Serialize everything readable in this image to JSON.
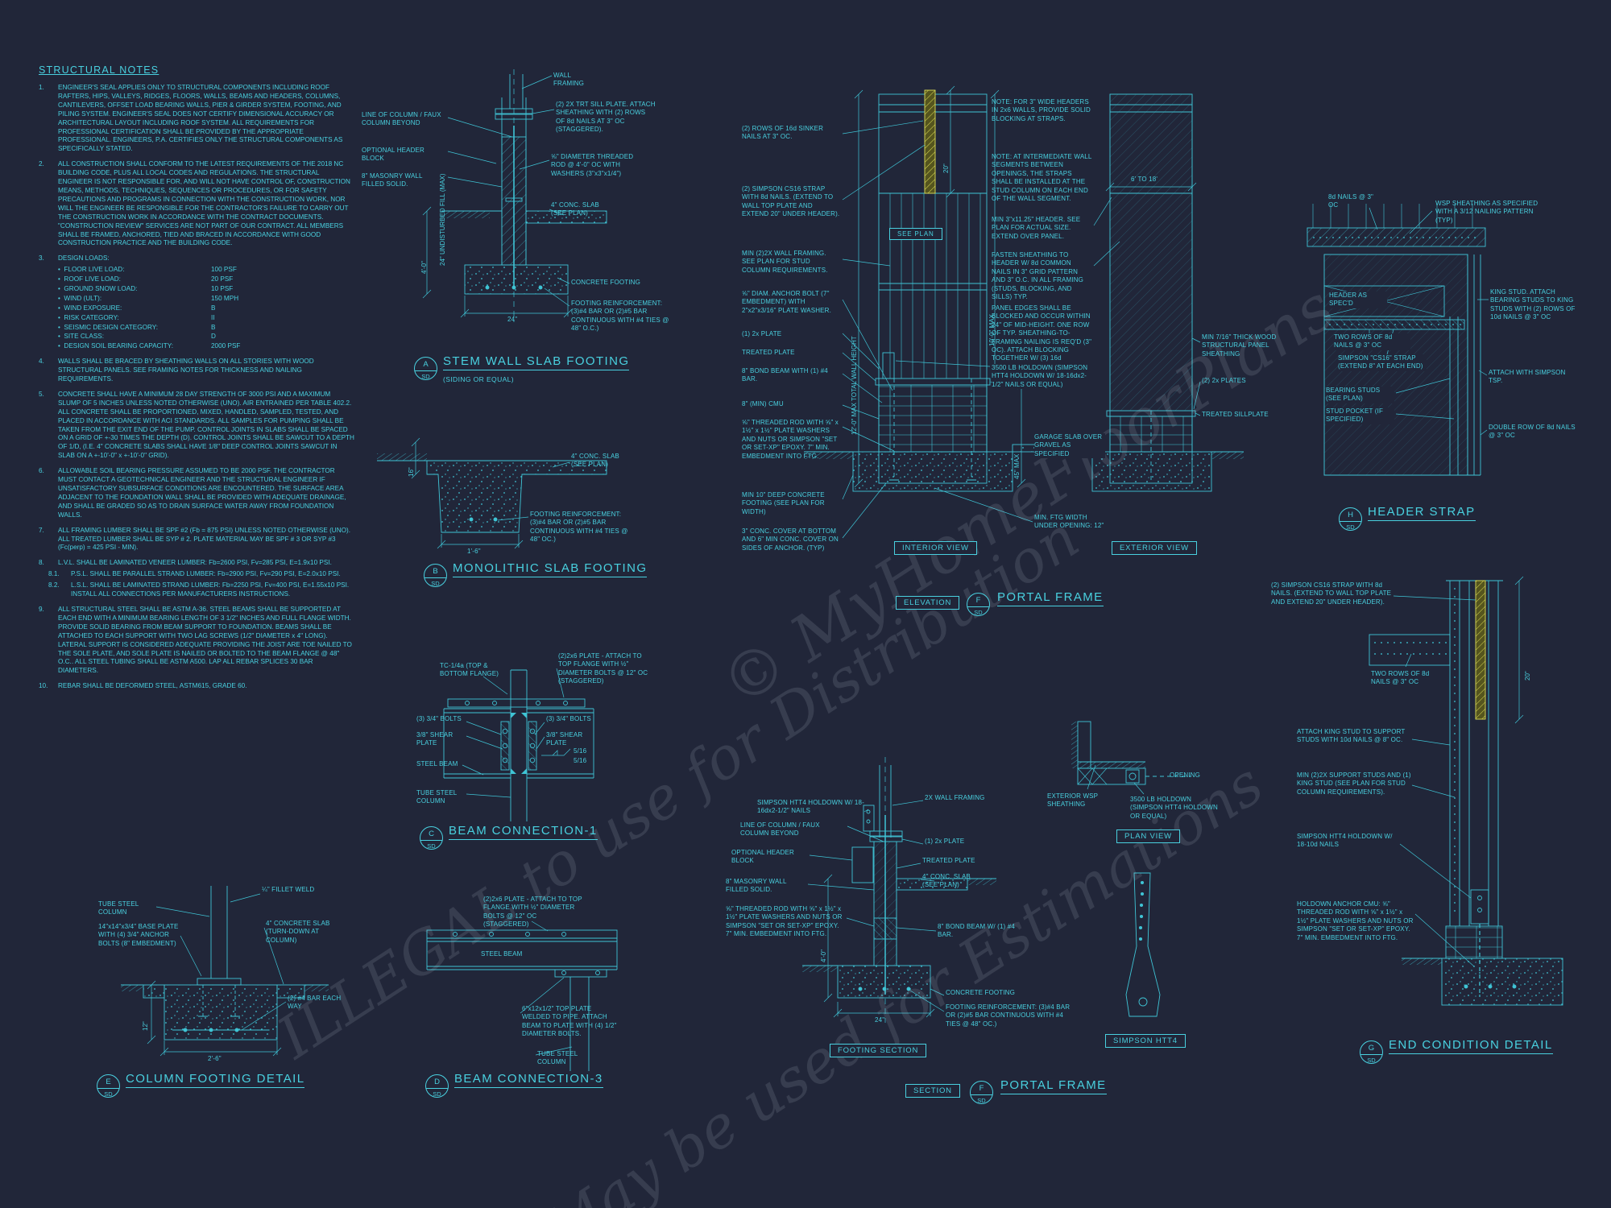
{
  "watermark": {
    "line1": "© MyHomeFloorPlans",
    "line2": "ILLEGAL to use for Distribution",
    "line3": "May be used for Estimations"
  },
  "notes": {
    "title": "STRUCTURAL NOTES",
    "items": [
      {
        "num": "1.",
        "text": "ENGINEER'S SEAL APPLIES ONLY TO STRUCTURAL COMPONENTS INCLUDING ROOF RAFTERS, HIPS, VALLEYS, RIDGES, FLOORS, WALLS, BEAMS AND HEADERS, COLUMNS, CANTILEVERS, OFFSET LOAD BEARING WALLS, PIER & GIRDER SYSTEM, FOOTING, AND PILING SYSTEM.  ENGINEER'S SEAL DOES NOT CERTIFY DIMENSIONAL ACCURACY OR ARCHITECTURAL LAYOUT INCLUDING ROOF SYSTEM. ALL REQUIREMENTS FOR PROFESSIONAL CERTIFICATION SHALL BE PROVIDED BY THE APPROPRIATE PROFESSIONAL.  ENGINEERS, P.A. CERTIFIES ONLY THE STRUCTURAL COMPONENTS AS SPECIFICALLY STATED."
      },
      {
        "num": "2.",
        "text": "ALL CONSTRUCTION SHALL CONFORM TO THE LATEST REQUIREMENTS OF THE 2018 NC BUILDING CODE, PLUS ALL LOCAL CODES AND REGULATIONS. THE STRUCTURAL ENGINEER IS NOT RESPONSIBLE FOR, AND WILL NOT HAVE CONTROL OF, CONSTRUCTION MEANS, METHODS, TECHNIQUES, SEQUENCES OR PROCEDURES, OR FOR SAFETY PRECAUTIONS AND PROGRAMS IN CONNECTION WITH THE CONSTRUCTION WORK, NOR WILL THE ENGINEER BE RESPONSIBLE FOR THE CONTRACTOR'S FAILURE TO CARRY OUT THE CONSTRUCTION WORK IN ACCORDANCE WITH THE CONTRACT DOCUMENTS. \"CONSTRUCTION REVIEW\" SERVICES ARE NOT PART OF OUR CONTRACT. ALL MEMBERS SHALL BE FRAMED, ANCHORED, TIED AND BRACED IN ACCORDANCE WITH GOOD CONSTRUCTION PRACTICE AND THE BUILDING CODE."
      },
      {
        "num": "3.",
        "text": "DESIGN LOADS:"
      },
      {
        "num": "4.",
        "text": "WALLS SHALL BE BRACED BY SHEATHING WALLS ON ALL STORIES WITH WOOD STRUCTURAL PANELS. SEE FRAMING NOTES FOR THICKNESS AND NAILING REQUIREMENTS."
      },
      {
        "num": "5.",
        "text": "CONCRETE SHALL HAVE A MINIMUM 28 DAY STRENGTH OF 3000 PSI AND A MAXIMUM SLUMP OF 5 INCHES UNLESS NOTED OTHERWISE (UNO). AIR ENTRAINED PER TABLE 402.2. ALL CONCRETE SHALL BE PROPORTIONED, MIXED, HANDLED, SAMPLED, TESTED, AND PLACED IN ACCORDANCE WITH ACI STANDARDS. ALL SAMPLES FOR PUMPING SHALL BE TAKEN FROM THE EXIT END OF THE PUMP. CONTROL JOINTS IN SLABS SHALL BE SPACED ON A GRID OF +-30 TIMES THE DEPTH (D). CONTROL JOINTS SHALL BE SAWCUT TO A DEPTH OF 1/D, (I.E. 4\" CONCRETE SLABS SHALL HAVE 1/8\" DEEP CONTROL JOINTS SAWCUT IN SLAB ON A +-10'-0\" x +-10'-0\" GRID)."
      },
      {
        "num": "6.",
        "text": "ALLOWABLE SOIL BEARING PRESSURE ASSUMED TO BE 2000 PSF. THE CONTRACTOR MUST CONTACT A GEOTECHNICAL ENGINEER AND THE STRUCTURAL ENGINEER IF UNSATISFACTORY SUBSURFACE CONDITIONS ARE ENCOUNTERED. THE SURFACE AREA ADJACENT TO THE FOUNDATION WALL SHALL BE PROVIDED WITH ADEQUATE DRAINAGE, AND SHALL BE GRADED SO AS TO DRAIN SURFACE WATER AWAY FROM FOUNDATION WALLS."
      },
      {
        "num": "7.",
        "text": "ALL FRAMING LUMBER SHALL BE SPF #2 (Fb = 875 PSI) UNLESS NOTED OTHERWISE (UNO). ALL TREATED LUMBER SHALL BE SYP # 2. PLATE MATERIAL MAY BE SPF # 3 OR SYP #3 (Fc(perp) = 425 PSI - MIN)."
      },
      {
        "num": "8.",
        "text": "L.V.L. SHALL BE LAMINATED VENEER LUMBER: Fb=2600 PSI, Fv=285 PSI, E=1.9x10 PSI."
      },
      {
        "num": "9.",
        "text": "ALL STRUCTURAL STEEL SHALL BE ASTM A-36. STEEL BEAMS SHALL BE SUPPORTED AT EACH END WITH A MINIMUM BEARING LENGTH OF 3 1/2\" INCHES AND FULL FLANGE WIDTH. PROVIDE SOLID BEARING FROM BEAM SUPPORT TO FOUNDATION.  BEAMS SHALL BE ATTACHED TO EACH SUPPORT WITH TWO LAG SCREWS (1/2\" DIAMETER x 4\" LONG). LATERAL SUPPORT IS CONSIDERED ADEQUATE PROVIDING THE JOIST ARE TOE NAILED TO THE SOLE PLATE, AND SOLE PLATE IS NAILED OR BOLTED TO THE BEAM FLANGE @ 48\" O.C.. ALL STEEL TUBING SHALL BE ASTM A500. LAP ALL REBAR SPLICES 30 BAR DIAMETERS."
      },
      {
        "num": "10.",
        "text": "REBAR SHALL BE DEFORMED STEEL, ASTM615, GRADE 60."
      }
    ],
    "sub8": [
      {
        "num": "8.1.",
        "text": "P.S.L. SHALL BE PARALLEL STRAND LUMBER: Fb=2900 PSI, Fv=290 PSI, E=2.0x10 PSI."
      },
      {
        "num": "8.2.",
        "text": "L.S.L. SHALL BE LAMINATED STRAND LUMBER: Fb=2250 PSI, Fv=400 PSI, E=1.55x10 PSI. INSTALL ALL CONNECTIONS PER MANUFACTURERS INSTRUCTIONS."
      }
    ],
    "design_loads": [
      {
        "label": "FLOOR LIVE LOAD:",
        "value": "100 PSF"
      },
      {
        "label": "ROOF LIVE LOAD:",
        "value": "20 PSF"
      },
      {
        "label": "GROUND SNOW LOAD:",
        "value": "10 PSF"
      },
      {
        "label": "WIND (ULT):",
        "value": "150 MPH"
      },
      {
        "label": "WIND EXPOSURE:",
        "value": "B"
      },
      {
        "label": "RISK CATEGORY:",
        "value": "II"
      },
      {
        "label": "SEISMIC DESIGN CATEGORY:",
        "value": "B"
      },
      {
        "label": "SITE CLASS:",
        "value": "D"
      },
      {
        "label": "DESIGN SOIL BEARING CAPACITY:",
        "value": "2000 PSF"
      }
    ]
  },
  "details": {
    "stem_wall": {
      "title": "STEM WALL SLAB FOOTING",
      "tag": "A",
      "tag_sub": "SD",
      "subtitle": "(SIDING OR EQUAL)",
      "labels": {
        "wall_framing": "WALL FRAMING",
        "line_of_column": "LINE OF COLUMN / FAUX COLUMN BEYOND",
        "sill_plate": "(2) 2X TRT SILL PLATE. ATTACH SHEATHING WITH (2) ROWS OF 8d NAILS AT 3\" OC (STAGGERED).",
        "optional_header": "OPTIONAL HEADER BLOCK",
        "masonry": "8\" MASONRY WALL FILLED SOLID.",
        "threaded_rod": "⅝\" DIAMETER THREADED ROD @ 4'-0\" OC WITH WASHERS (3\"x3\"x1/4\")",
        "conc_slab": "4\" CONC. SLAB (SEE PLAN)",
        "undisturbed": "24\" UNDISTURBED FILL (MAX)",
        "footing": "CONCRETE FOOTING",
        "footing_reinf": "FOOTING REINFORCEMENT: (3)#4 BAR OR (2)#5 BAR CONTINUOUS WITH #4 TIES @ 48\" O.C.)",
        "dim_24": "24\"",
        "dim_4ft": "4'-0\""
      }
    },
    "monolithic": {
      "title": "MONOLITHIC SLAB FOOTING",
      "tag": "B",
      "tag_sub": "SD",
      "labels": {
        "conc_slab": "4\" CONC. SLAB (SEE PLAN)",
        "footing_reinf": "FOOTING REINFORCEMENT: (3)#4 BAR OR (2)#5 BAR CONTINUOUS WITH #4 TIES @ 48\" OC.)",
        "dim_1_6": "1'-6\"",
        "dim_16": "16\""
      }
    },
    "portal_elev": {
      "title": "PORTAL FRAME",
      "tag": "F",
      "tag_sub": "SD",
      "labels": {
        "sinker_nails": "(2) ROWS OF 16d SINKER NAILS AT 3\" OC.",
        "cs16_strap": "(2) SIMPSON CS16 STRAP WITH 8d NAILS. (EXTEND TO WALL TOP PLATE AND EXTEND 20\" UNDER HEADER).",
        "wall_framing": "MIN (2)2X WALL FRAMING. SEE PLAN FOR STUD COLUMN REQUIREMENTS.",
        "anchor_bolt": "⅝\" DIAM. ANCHOR BOLT (7\" EMBEDMENT) WITH 2\"x2\"x3/16\" PLATE WASHER.",
        "plate_2x": "(1) 2x PLATE",
        "treated_plate": "TREATED PLATE",
        "bond_beam": "8\" BOND BEAM WITH (1) #4 BAR.",
        "cmu": "8\" (MIN) CMU",
        "threaded_rod": "⅝\" THREADED ROD WITH ⅝\" x 1½\" x 1½\" PLATE WASHERS AND NUTS OR SIMPSON \"SET OR SET-XP\" EPOXY.  7\" MIN. EMBEDMENT INTO FTG.",
        "deep_footing": "MIN 10\" DEEP CONCRETE FOOTING (SEE PLAN FOR WIDTH)",
        "conc_cover": "3\" CONC. COVER AT BOTTOM AND 6\" MIN CONC. COVER ON SIDES OF ANCHOR. (TYP)",
        "note_3wide": "NOTE: FOR 3\" WIDE HEADERS IN 2x6 WALLS, PROVIDE SOLID BLOCKING AT STRAPS.",
        "note_intermediate": "NOTE: AT INTERMEDIATE WALL SEGMENTS BETWEEN OPENINGS, THE STRAPS SHALL BE INSTALLED AT THE STUD COLUMN ON EACH END OF THE WALL SEGMENT.",
        "header_min": "MIN 3\"x11.25\" HEADER. SEE PLAN FOR ACTUAL SIZE. EXTEND OVER PANEL.",
        "fasten_sheathing": "FASTEN SHEATHING TO HEADER W/ 8d COMMON NAILS IN 3\" GRID PATTERN AND 3\" O.C. IN ALL FRAMING (STUDS, BLOCKING, AND SILLS) TYP.",
        "panel_edges": "PANEL EDGES SHALL BE BLOCKED AND OCCUR WITHIN 24\" OF MID-HEIGHT. ONE ROW OF TYP. SHEATHING-TO-FRAMING NAILING IS REQ'D (3\" OC). ATTACH BLOCKING TOGETHER W/ (3) 16d SINKERS.",
        "holdown": "3500 LB HOLDOWN (SIMPSON HTT4 HOLDOWN W/ 18-16dx2-1/2\" NAILS OR EQUAL)",
        "garage_slab": "GARAGE SLAB OVER GRAVEL AS SPECIFIED",
        "ftg_width": "MIN. FTG WIDTH UNDER OPENING: 12\"",
        "plates_2x2": "(2) 2x PLATES",
        "wsp": "MIN 7/16\" THICK WOOD STRUCTURAL PANEL SHEATHING",
        "treated_sill": "TREATED SILLPLATE",
        "see_plan": "SEE PLAN",
        "dim_wall_height": "12'-0\" MAX TOTAL WALL HEIGHT",
        "dim_10ft": "10'-0\" MAX",
        "dim_45": "45\" MAX",
        "dim_20": "20\"",
        "dim_6_18": "6' TO 18'",
        "interior_view": "INTERIOR VIEW",
        "exterior_view": "EXTERIOR VIEW",
        "elevation": "ELEVATION"
      }
    },
    "header_strap": {
      "title": "HEADER STRAP",
      "tag": "H",
      "tag_sub": "SD",
      "labels": {
        "nails_8d": "8d NAILS @ 3\" OC",
        "wsp": "WSP SHEATHING AS SPECIFIED WITH A 3/12 NAILING PATTERN (TYP)",
        "header_spec": "HEADER AS SPEC'D",
        "king_stud": "KING STUD. ATTACH BEARING STUDS TO KING STUDS WITH (2) ROWS OF 10d NAILS @ 3\" OC",
        "two_rows": "TWO ROWS OF 8d NAILS @ 3\" OC",
        "cs16": "SIMPSON \"CS16\" STRAP (EXTEND 8\" AT EACH END)",
        "tsp": "ATTACH WITH SIMPSON TSP.",
        "bearing_studs": "BEARING STUDS (SEE PLAN)",
        "stud_pocket": "STUD POCKET (IF SPECIFIED)",
        "double_row": "DOUBLE ROW OF 8d NAILS @ 3\" OC"
      }
    },
    "beam_conn1": {
      "title": "BEAM CONNECTION-1",
      "tag": "C",
      "tag_sub": "SD",
      "labels": {
        "tc": "TC-1/4a (TOP & BOTTOM FLANGE)",
        "plate": "(2)2x6 PLATE - ATTACH TO TOP FLANGE WITH ½\" DIAMETER BOLTS @ 12\" OC (STAGGERED)",
        "bolts_l": "(3) 3/4\" BOLTS",
        "shear_l": "3/8\" SHEAR PLATE",
        "bolts_r": "(3) 3/4\" BOLTS",
        "shear_r": "3/8\" SHEAR PLATE",
        "steel_beam": "STEEL BEAM",
        "tube_col": "TUBE STEEL COLUMN",
        "weld_a": "5/16",
        "weld_b": "5/16"
      }
    },
    "column_footing": {
      "title": "COLUMN FOOTING DETAIL",
      "tag": "E",
      "tag_sub": "SD",
      "labels": {
        "fillet": "¼\" FILLET WELD",
        "tube": "TUBE STEEL COLUMN",
        "base_plate": "14\"x14\"x3/4\" BASE PLATE WITH (4) 3/4\" ANCHOR BOLTS (8\" EMBEDMENT)",
        "slab": "4\" CONCRETE SLAB (TURN-DOWN AT COLUMN)",
        "bar": "(2) #4 BAR EACH WAY",
        "dim_2_6": "2'-6\"",
        "dim_12": "12\""
      }
    },
    "beam_conn3": {
      "title": "BEAM CONNECTION-3",
      "tag": "D",
      "tag_sub": "SD",
      "labels": {
        "plate": "(2)2x6 PLATE - ATTACH TO TOP FLANGE WITH ½\" DIAMETER BOLTS @ 12\" OC (STAGGERED)",
        "steel_beam": "STEEL BEAM",
        "top_plate": "6\"x12x1/2\" TOP PLATE WELDED TO PIPE. ATTACH BEAM TO PLATE WITH (4) 1/2\" DIAMETER BOLTS.",
        "tube": "TUBE STEEL COLUMN"
      }
    },
    "portal_section": {
      "title": "PORTAL FRAME",
      "tag": "F",
      "tag_sub": "SD",
      "labels": {
        "htt4": "SIMPSON HTT4 HOLDOWN W/ 18-16dx2-1/2\" NAILS",
        "line_col": "LINE OF COLUMN / FAUX COLUMN BEYOND",
        "header_block": "OPTIONAL HEADER BLOCK",
        "masonry": "8\" MASONRY WALL FILLED SOLID.",
        "wall_framing": "2X WALL FRAMING",
        "plate_1": "(1) 2x PLATE",
        "treated": "TREATED PLATE",
        "slab": "4\" CONC. SLAB (SEE PLAN)",
        "rod": "⅝\" THREADED ROD WITH ⅝\" x 1½\" x 1½\" PLATE WASHERS AND NUTS OR SIMPSON \"SET OR SET-XP\" EPOXY.  7\" MIN. EMBEDMENT INTO FTG.",
        "bond": "8\" BOND BEAM W/ (1) #4 BAR.",
        "footing": "CONCRETE FOOTING",
        "reinf": "FOOTING REINFORCEMENT: (3)#4 BAR OR (2)#5 BAR CONTINUOUS WITH #4 TIES @ 48\" OC.)",
        "dim_24": "24\"",
        "dim_4": "4'-0\"",
        "footing_section": "FOOTING SECTION",
        "section": "SECTION"
      }
    },
    "plan_view": {
      "labels": {
        "ext_wsp": "EXTERIOR WSP SHEATHING",
        "opening": "OPENING",
        "holdown": "3500 LB HOLDOWN (SIMPSON HTT4 HOLDOWN OR EQUAL)",
        "plan_view": "PLAN VIEW"
      }
    },
    "htt4": {
      "label": "SIMPSON HTT4"
    },
    "end_condition": {
      "title": "END CONDITION DETAIL",
      "tag": "G",
      "tag_sub": "SD",
      "labels": {
        "cs16": "(2) SIMPSON CS16 STRAP WITH 8d NAILS. (EXTEND TO WALL TOP PLATE AND EXTEND 20\" UNDER HEADER).",
        "two_rows": "TWO ROWS OF 8d NAILS @ 3\" OC",
        "dim_20": "20\"",
        "king": "ATTACH KING STUD TO SUPPORT STUDS WITH 10d NAILS @ 8\" OC.",
        "support": "MIN (2)2X SUPPORT STUDS AND (1) KING STUD (SEE PLAN FOR STUD COLUMN REQUIREMENTS).",
        "htt4": "SIMPSON HTT4 HOLDOWN W/ 18-10d NAILS",
        "anchor": "HOLDOWN ANCHOR CMU: ⅝\" THREADED ROD WITH ⅝\" x 1½\" x 1½\" PLATE WASHERS AND NUTS OR SIMPSON \"SET OR SET-XP\" EPOXY.  7\" MIN. EMBEDMENT INTO FTG."
      }
    }
  }
}
